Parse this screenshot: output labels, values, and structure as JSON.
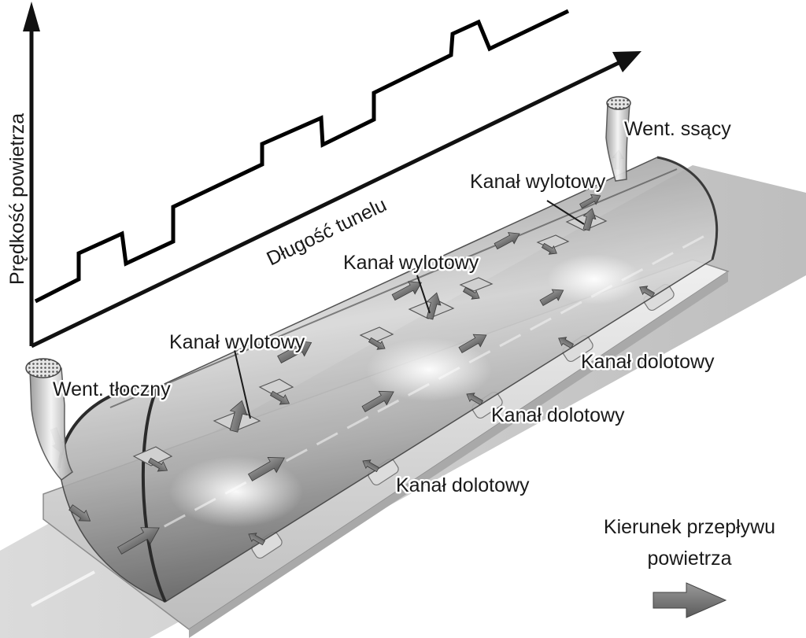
{
  "axes": {
    "y_label": "Prędkość powietrza",
    "x_label": "Długość tunelu"
  },
  "labels": {
    "fan_supply": "Went. tłoczny",
    "fan_exhaust": "Went. ssący",
    "outlet_1": "Kanał wylotowy",
    "outlet_2": "Kanał wylotowy",
    "outlet_3": "Kanał wylotowy",
    "inlet_1": "Kanał dolotowy",
    "inlet_2": "Kanał dolotowy",
    "inlet_3": "Kanał dolotowy"
  },
  "legend": {
    "line1": "Kierunek przepływu",
    "line2": "powietrza"
  },
  "colors": {
    "line": "#000000",
    "tunnel": "#8a8a8a",
    "arrow": "#6e6e6e"
  }
}
